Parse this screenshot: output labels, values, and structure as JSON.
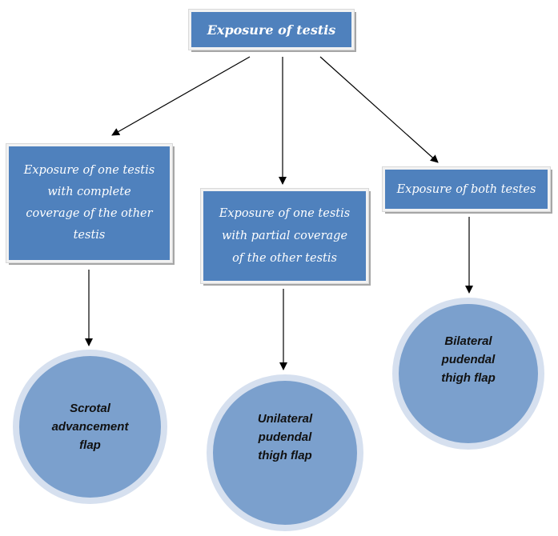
{
  "diagram": {
    "type": "flowchart",
    "root": {
      "label": "Exposure of testis"
    },
    "categories": [
      {
        "label_lines": [
          "Exposure of one testis",
          "with complete",
          "coverage of the other",
          "testis"
        ],
        "result_lines": [
          "Scrotal",
          "advancement",
          "flap"
        ]
      },
      {
        "label_lines": [
          "Exposure of one testis",
          "with partial coverage",
          "of the other testis"
        ],
        "result_lines": [
          "Unilateral",
          "pudendal",
          "thigh flap"
        ]
      },
      {
        "label_lines": [
          "Exposure of both testes"
        ],
        "result_lines": [
          "Bilateral",
          "pudendal",
          "thigh flap"
        ]
      }
    ],
    "colors": {
      "box_fill": "#4f81bd",
      "box_border": "#f2f2f2",
      "box_text": "#ffffff",
      "circle_fill": "#7ba0cd",
      "circle_ring": "#d6e0ef",
      "circle_text": "#111111",
      "arrow": "#000000"
    }
  }
}
